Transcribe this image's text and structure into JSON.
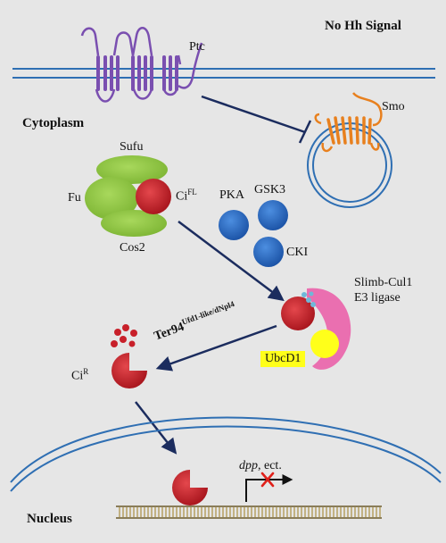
{
  "titles": {
    "signal": "No Hh Signal",
    "cytoplasm": "Cytoplasm",
    "nucleus": "Nucleus"
  },
  "labels": {
    "ptc": "Ptc",
    "smo": "Smo",
    "sufu": "Sufu",
    "fu": "Fu",
    "ci_fl_base": "Ci",
    "ci_fl_sup": "FL",
    "cos2": "Cos2",
    "pka": "PKA",
    "gsk3": "GSK3",
    "cki": "CKI",
    "slimb_line1": "Slimb-Cul1",
    "slimb_line2": "E3 ligase",
    "ubcd1": "UbcD1",
    "ter94_base": "Ter94",
    "ter94_sup": "Ufd1-like/dNpl4",
    "ci_r_base": "Ci",
    "ci_r_sup": "R",
    "dpp": "dpp",
    "dpp_rest": ", ect."
  },
  "colors": {
    "background": "#e6e6e6",
    "membrane": "#2f6fb3",
    "ptc": "#7a4fb0",
    "smo": "#e8801e",
    "complex_green": "#92c844",
    "ci_red": "#c8202a",
    "kinase_blue": "#2e6fc4",
    "slimb_pink": "#ea6fb0",
    "ubcd1_yellow": "#ffff1a",
    "arrow_navy": "#1b2c5e",
    "dna_tan": "#b9a46a",
    "inhibit_cross": "#e0201a"
  }
}
